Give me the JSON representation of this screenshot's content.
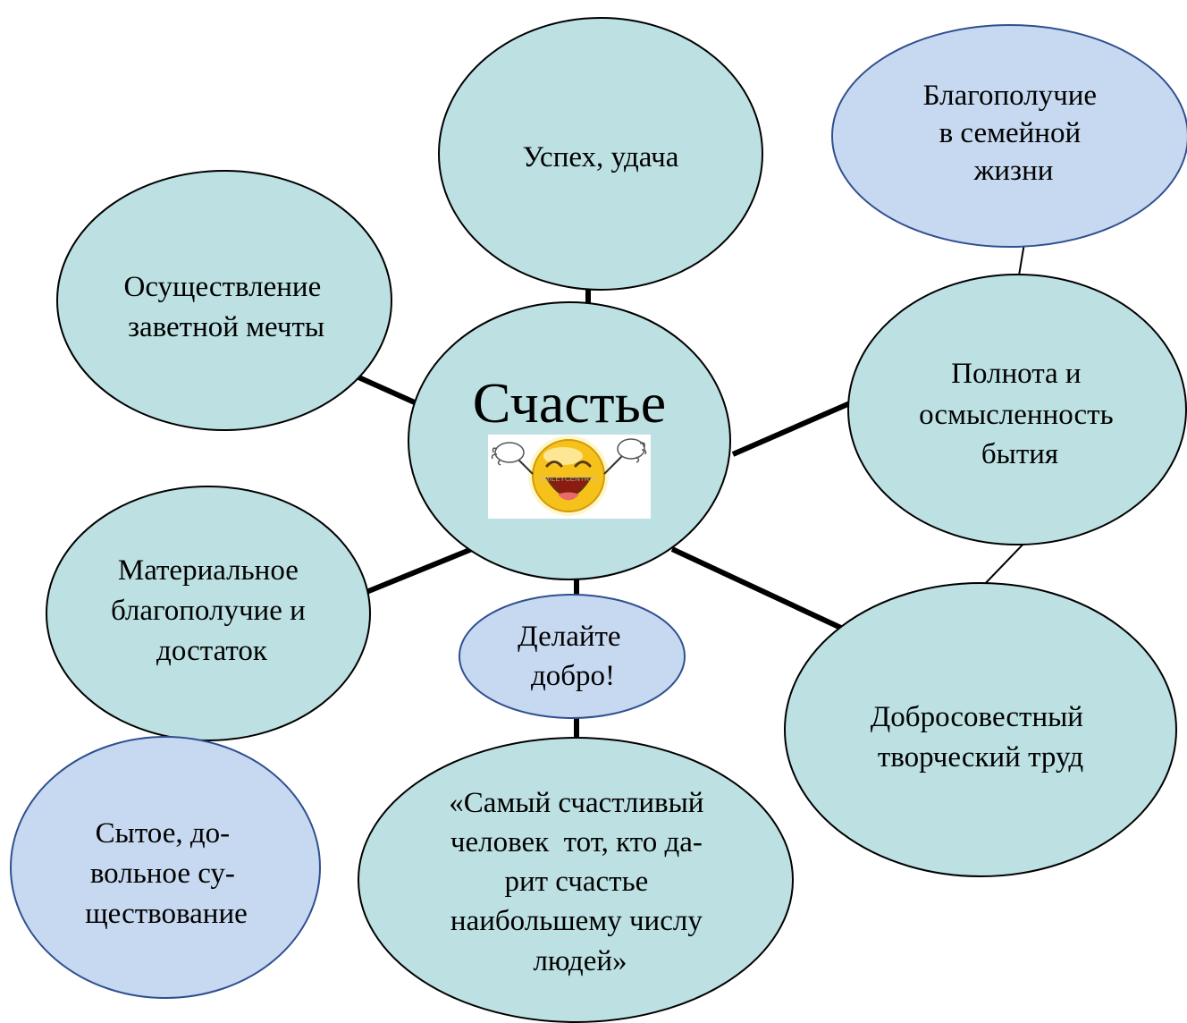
{
  "colors": {
    "teal_fill": "#bde1e3",
    "blue_fill": "#c7d9f1",
    "line": "#000000",
    "smiley": "#f7c11c"
  },
  "center": {
    "title": "Счастье",
    "icon": "laughing-smiley-icon",
    "icon_watermark": "SMILEYCENTRAL"
  },
  "nodes": {
    "uspekh": {
      "lines": [
        "Успех, удача"
      ]
    },
    "blagopoluchie_semya": {
      "lines": [
        "Благополучие",
        "в семейной",
        "жизни"
      ]
    },
    "mechta": {
      "lines": [
        "Осуществление",
        "заветной мечты"
      ]
    },
    "polnota": {
      "lines": [
        "Полнота и",
        "осмысленность",
        "бытия"
      ]
    },
    "materialnoe": {
      "lines": [
        "Материальное",
        "благополучие и",
        "достаток"
      ]
    },
    "delayte_dobro": {
      "lines": [
        "Делайте",
        "добро!"
      ]
    },
    "trud": {
      "lines": [
        "Добросовестный",
        "творческий труд"
      ]
    },
    "sytoe": {
      "lines": [
        "Сытое, до-",
        "вольное су-",
        "ществование"
      ]
    },
    "citata": {
      "lines": [
        "«Самый счастливый",
        "человек  тот, кто да-",
        "рит счастье",
        "наибольшему числу",
        "людей»"
      ]
    }
  }
}
